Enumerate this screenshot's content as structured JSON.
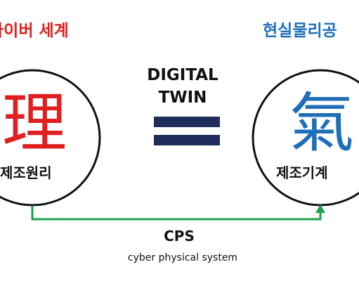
{
  "left": {
    "title": "사이버 세계",
    "title_color": "#e02020",
    "hanja": "理",
    "hanja_color": "#e02020",
    "caption": "제조원리"
  },
  "right": {
    "title": "현실물리공",
    "title_color": "#1e6fb8",
    "hanja": "氣",
    "hanja_color": "#1e6fb8",
    "caption": "제조기계"
  },
  "center": {
    "line1": "DIGITAL",
    "line2": "TWIN",
    "equals_color": "#1f2d5a"
  },
  "bottom": {
    "label": "CPS",
    "sublabel": "cyber physical system",
    "arrow_color": "#1aa34a"
  }
}
